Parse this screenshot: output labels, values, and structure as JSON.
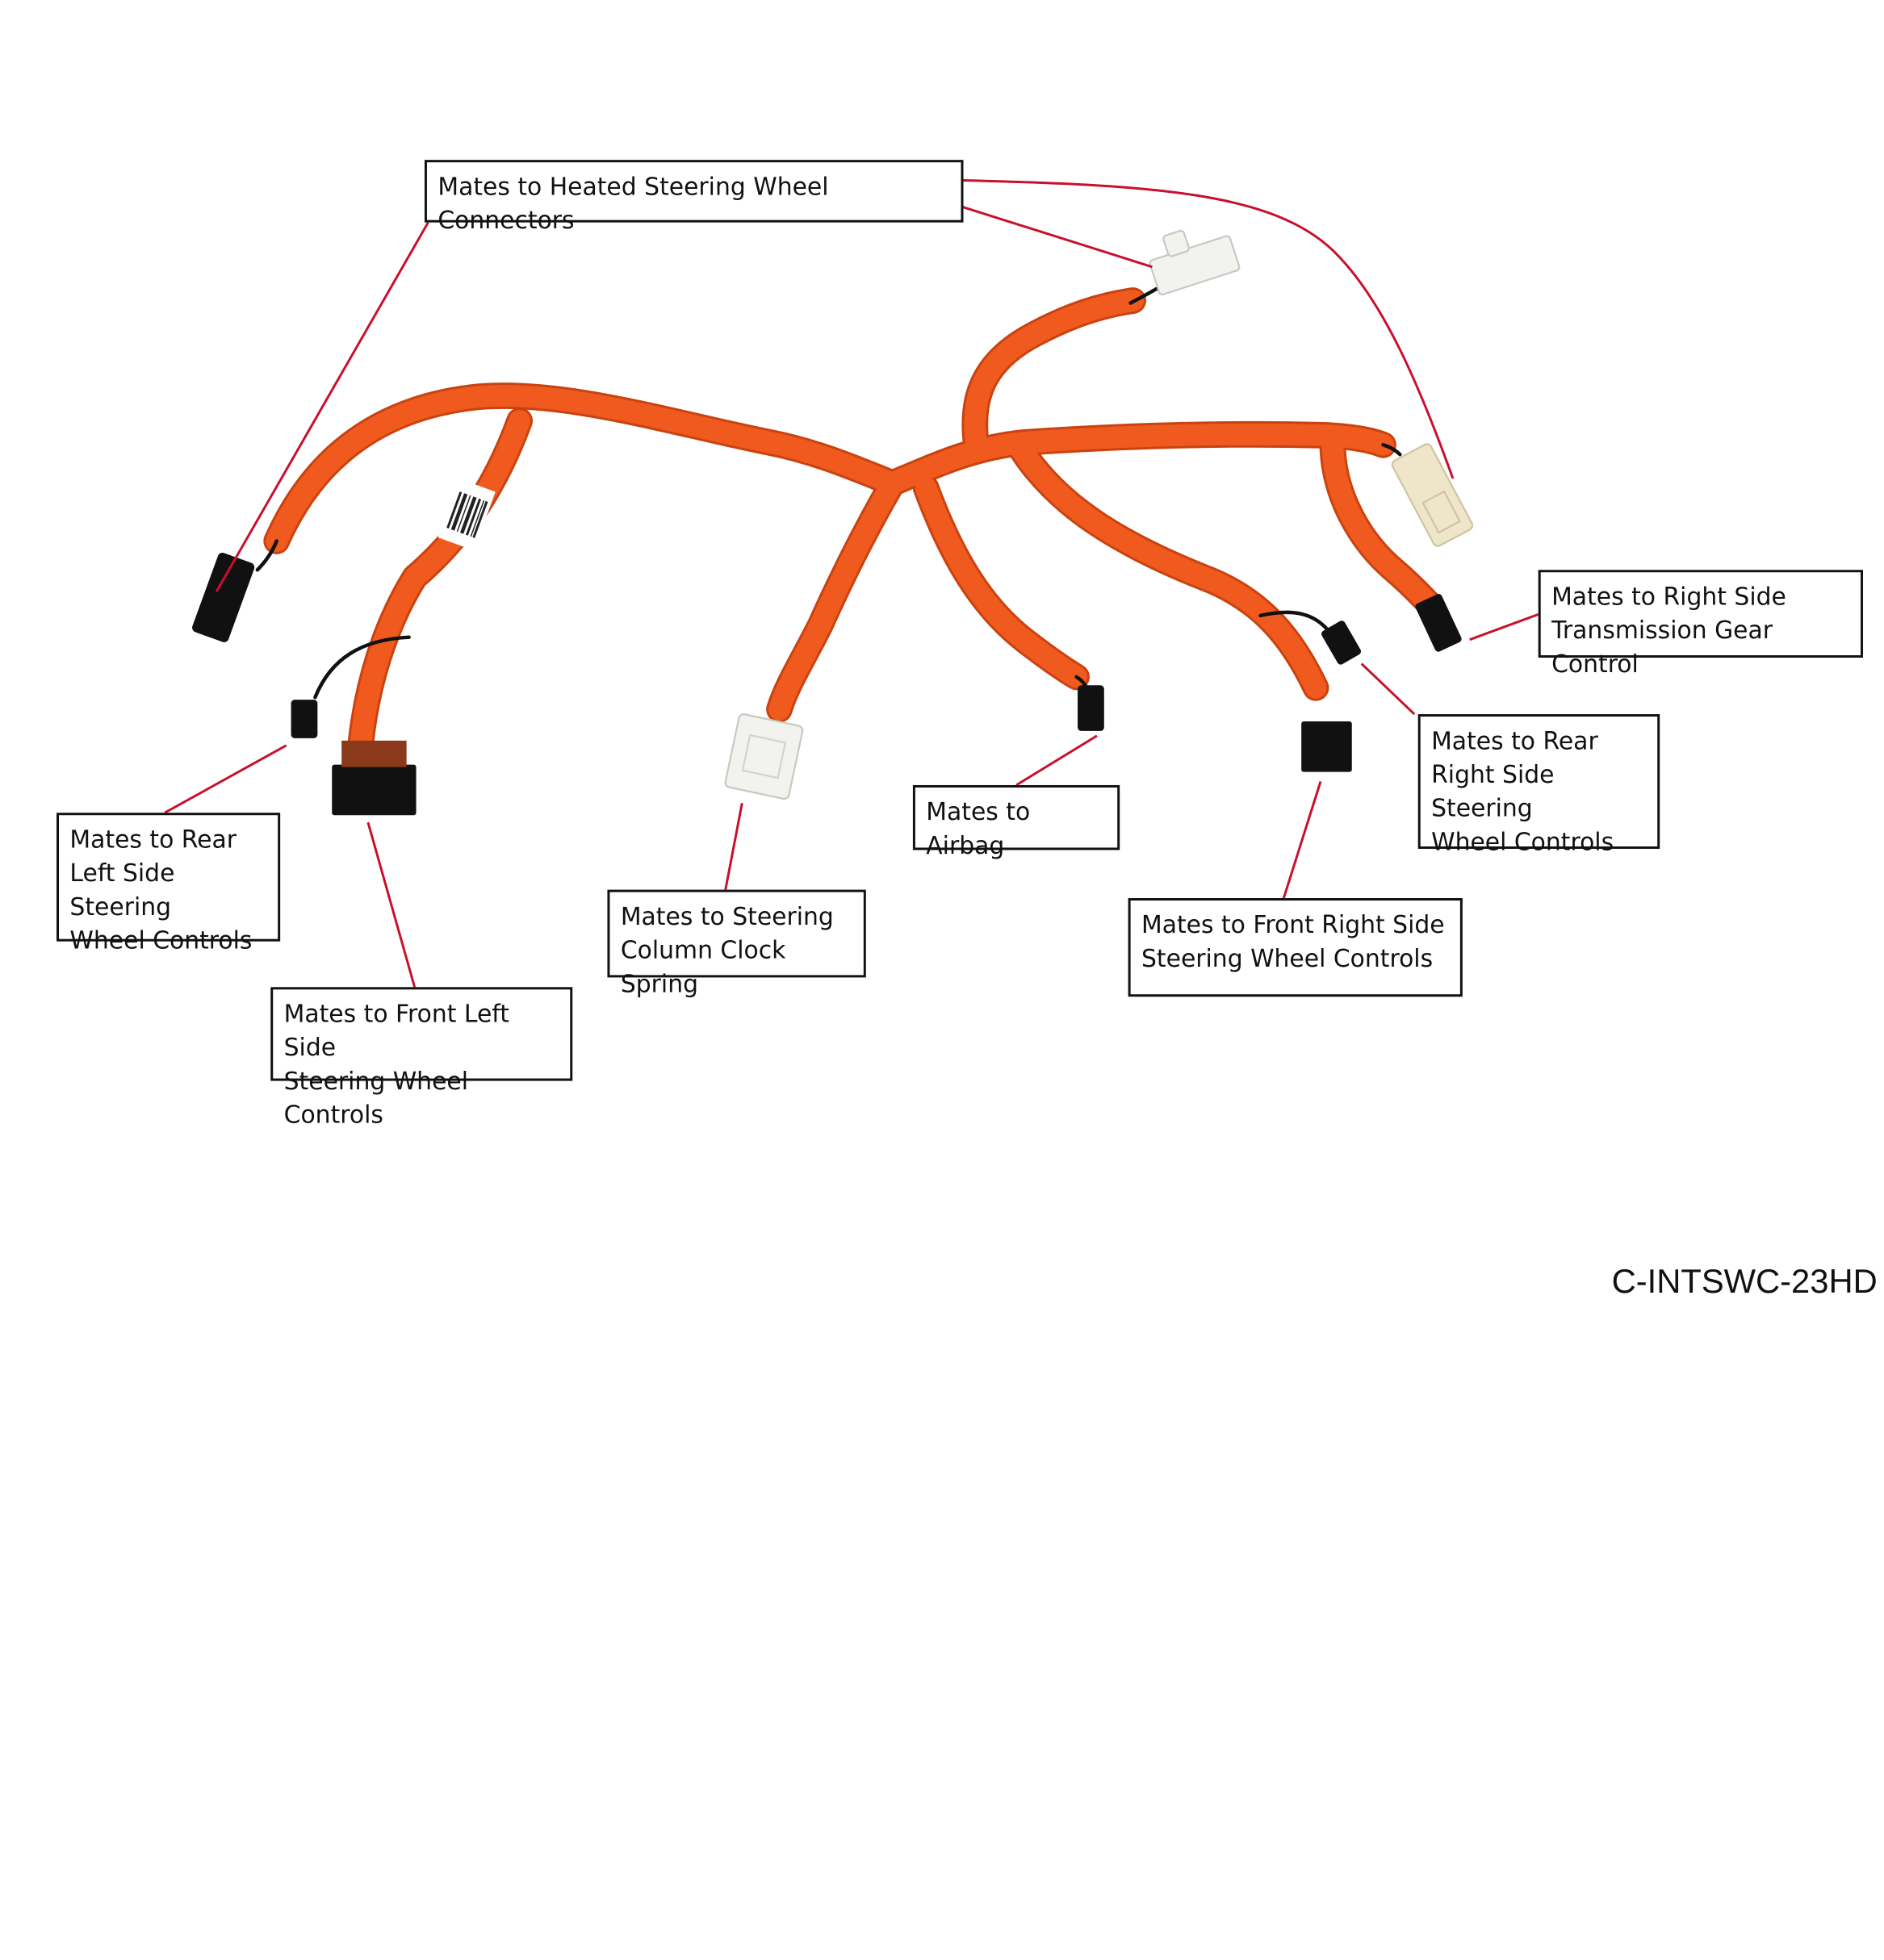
{
  "colors": {
    "harness": "#f05a1e",
    "harness_dark": "#c9420f",
    "leader_line": "#c8102e",
    "connector_black": "#111111",
    "connector_white": "#f2f2ee",
    "connector_cream": "#efe6c9"
  },
  "callouts": {
    "heated_wheel": "Mates to Heated Steering Wheel Connectors",
    "right_trans": "Mates to Right Side\nTransmission Gear Control",
    "rear_right": "Mates to Rear\nRight Side Steering\nWheel Controls",
    "airbag": "Mates to Airbag",
    "front_right": "Mates to Front Right Side\nSteering Wheel Controls",
    "clock_spring": "Mates to Steering\nColumn Clock Spring",
    "rear_left": "Mates to Rear\nLeft Side Steering\nWheel Controls",
    "front_left": "Mates to Front Left Side\nSteering Wheel Controls"
  },
  "part_number": "C-INTSWC-23HD"
}
